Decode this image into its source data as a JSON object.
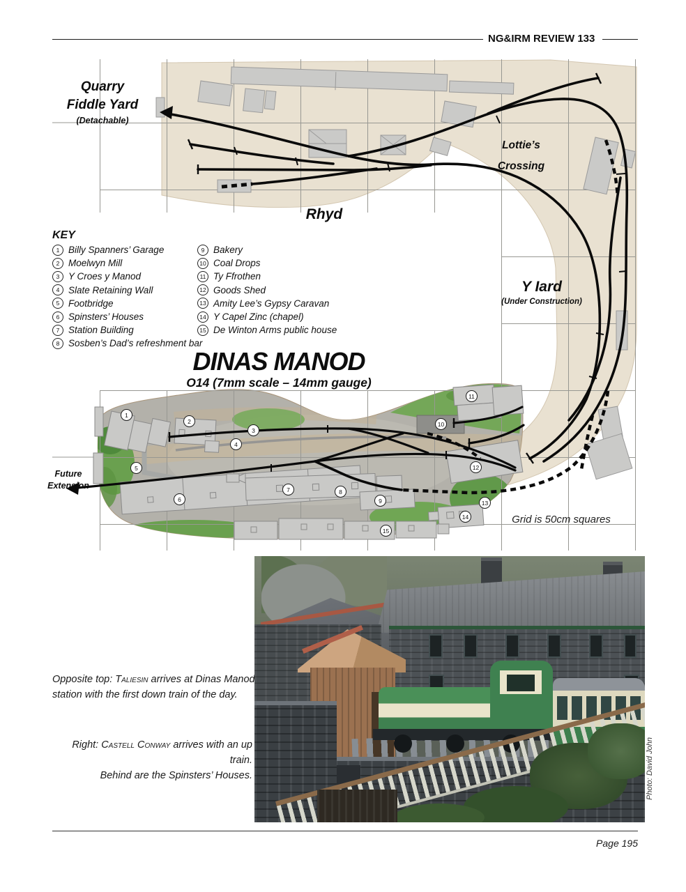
{
  "header": {
    "review_title": "NG&IRM REVIEW 133"
  },
  "plan": {
    "title": "DINAS MANOD",
    "subtitle": "O14 (7mm scale – 14mm gauge)",
    "quarry_label_line1": "Quarry",
    "quarry_label_line2": "Fiddle Yard",
    "quarry_sublabel": "(Detachable)",
    "lotties_line1": "Lottie’s",
    "lotties_line2": "Crossing",
    "rhyd_label": "Rhyd",
    "yiard_label": "Y Iard",
    "yiard_sublabel": "(Under Construction)",
    "future_line1": "Future",
    "future_line2": "Extension",
    "grid_note": "Grid is 50cm squares"
  },
  "key": {
    "heading": "KEY",
    "items": [
      {
        "num": "1",
        "label": "Billy Spanners’ Garage"
      },
      {
        "num": "2",
        "label": "Moelwyn Mill"
      },
      {
        "num": "3",
        "label": "Y Croes y Manod"
      },
      {
        "num": "4",
        "label": "Slate Retaining Wall"
      },
      {
        "num": "5",
        "label": "Footbridge"
      },
      {
        "num": "6",
        "label": "Spinsters’ Houses"
      },
      {
        "num": "7",
        "label": "Station Building"
      },
      {
        "num": "8",
        "label": "Sosben’s Dad’s refreshment bar"
      },
      {
        "num": "9",
        "label": "Bakery"
      },
      {
        "num": "10",
        "label": "Coal Drops"
      },
      {
        "num": "11",
        "label": "Ty Ffrothen"
      },
      {
        "num": "12",
        "label": "Goods Shed"
      },
      {
        "num": "13",
        "label": "Amity Lee’s Gypsy Caravan"
      },
      {
        "num": "14",
        "label": "Y Capel Zinc (chapel)"
      },
      {
        "num": "15",
        "label": "De Winton Arms public house"
      }
    ]
  },
  "captions": {
    "caption1": {
      "lead": "Opposite top: ",
      "name": "Taliesin",
      "rest1": " arrives at Dinas Manod",
      "line2": "station with the first down train of the day."
    },
    "caption2": {
      "lead": "Right: ",
      "name": "Castell Conway",
      "rest1": " arrives with an up train.",
      "line2": "Behind are the Spinsters’ Houses."
    }
  },
  "footer": {
    "page_number": "Page 195",
    "photo_credit": "Photo: David John"
  }
}
